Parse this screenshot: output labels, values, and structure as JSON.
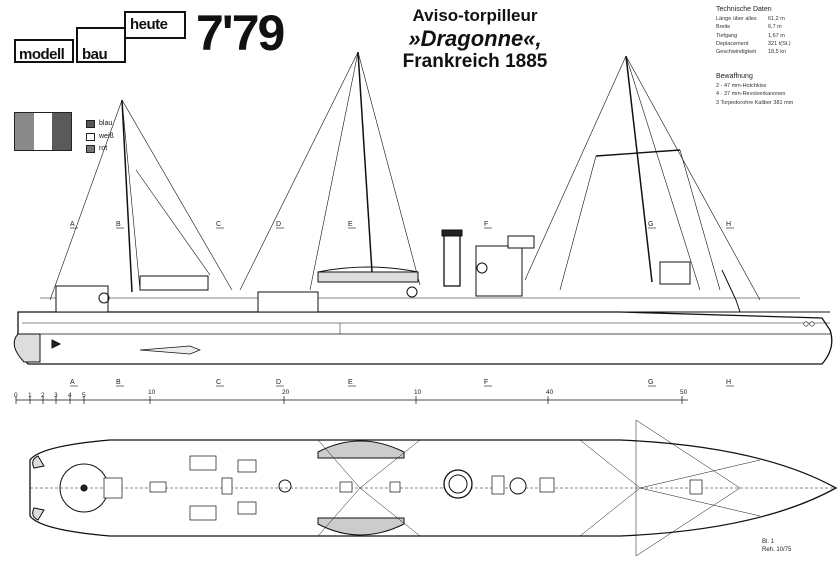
{
  "logo": {
    "word1": "modell",
    "word2": "bau",
    "word3": "heute"
  },
  "issue": "7'79",
  "title": {
    "line1": "Aviso-torpilleur",
    "line2": "»Dragonne«,",
    "line3": "Frankreich 1885"
  },
  "specs": {
    "heading": "Technische Daten",
    "rows": [
      {
        "k": "Länge über alles",
        "v": "61,2 m"
      },
      {
        "k": "Breite",
        "v": "6,7 m"
      },
      {
        "k": "Tiefgang",
        "v": "1,67 m"
      },
      {
        "k": "Deplacement",
        "v": "321 t(St.)"
      },
      {
        "k": "Geschwindigkeit",
        "v": "18,5 kn"
      }
    ]
  },
  "armament": {
    "heading": "Bewaffnung",
    "rows": [
      "2 · 47 mm-Hotchkiss",
      "4 · 37 mm-Revolverkanonen",
      "3 Torpedorohre Kaliber 381 mm"
    ]
  },
  "legend": {
    "items": [
      {
        "label": "blau",
        "color": "#555555"
      },
      {
        "label": "weiß",
        "color": "#ffffff"
      },
      {
        "label": "rot",
        "color": "#777777"
      }
    ],
    "flag_colors": [
      "#8a8a8a",
      "#ffffff",
      "#5a5a5a"
    ]
  },
  "section_marks": [
    "A",
    "B",
    "C",
    "D",
    "E",
    "F",
    "G",
    "H"
  ],
  "scale": {
    "ticks": [
      "0",
      "1",
      "2",
      "3",
      "4",
      "5",
      "10",
      "20",
      "10",
      "40",
      "50"
    ]
  },
  "footer": {
    "sheet": "Bl. 1",
    "ref": "Reh. 10/75"
  }
}
